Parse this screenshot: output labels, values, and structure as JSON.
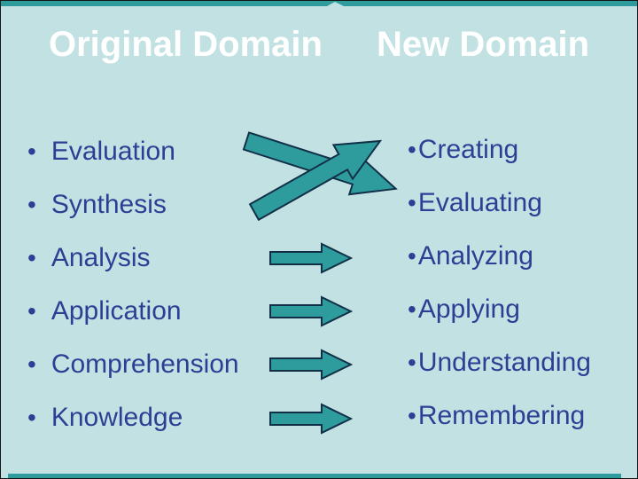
{
  "slide": {
    "colors": {
      "background": "#c2e1e3",
      "teal": "#2e9c9d",
      "arrow_outline": "#113048",
      "list_text": "#2e3e94",
      "title_text": "#ffffff",
      "frame_border": "#151515"
    },
    "bullet": "•",
    "titles": {
      "original": "Original Domain",
      "new": "New Domain"
    },
    "original_domain": {
      "items": [
        "Evaluation",
        "Synthesis",
        "Analysis",
        "Application",
        "Comprehension",
        "Knowledge"
      ]
    },
    "new_domain": {
      "items": [
        "Creating",
        "Evaluating",
        "Analyzing",
        "Applying",
        "Understanding",
        "Remembering"
      ]
    },
    "icons": {
      "crossed_arrows": "crossed-arrows",
      "mapping_arrow": "right-arrow",
      "top_strip": "teal-edge-strip",
      "bottom_strip": "teal-edge-strip"
    }
  }
}
